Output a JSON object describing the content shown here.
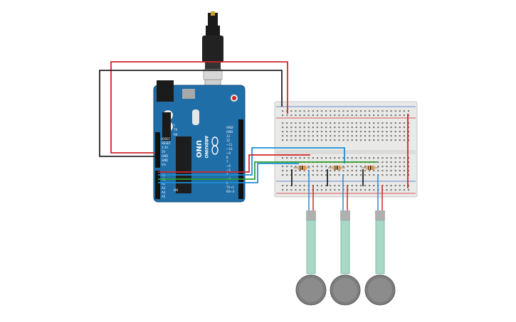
{
  "board": {
    "brand": "ARDUINO",
    "model": "UNO",
    "power_pins": [
      "IOREF",
      "RESET",
      "3.3V",
      "5V",
      "GND",
      "GND",
      "Vin"
    ],
    "analog_pins": [
      "A0",
      "A1",
      "A2",
      "A3",
      "A4",
      "A5"
    ],
    "digital_pins": [
      "AREF",
      "GND",
      "13",
      "12",
      "~11",
      "~10",
      "~9",
      "8",
      "7",
      "~6",
      "~5",
      "4",
      "~3",
      "2",
      "TX→1",
      "RX←0"
    ],
    "led_labels": [
      "L",
      "TX",
      "RX",
      "ON"
    ]
  },
  "breadboard": {
    "top_rail_columns": 30,
    "bottom_rail_columns": 30,
    "row_columns": 30
  },
  "resistors": {
    "count": 3
  },
  "sensors": {
    "count": 3,
    "type": "force-sensitive-resistor"
  },
  "colors": {
    "board": "#1f6ea8",
    "wire_red": "#d3252b",
    "wire_black": "#222222",
    "wire_green": "#2ca02c",
    "wire_blue": "#1f8fd6",
    "breadboard": "#e9e9e7",
    "sensor_strip": "#a9d9c6",
    "sensor_pad": "#7d7d7d"
  }
}
